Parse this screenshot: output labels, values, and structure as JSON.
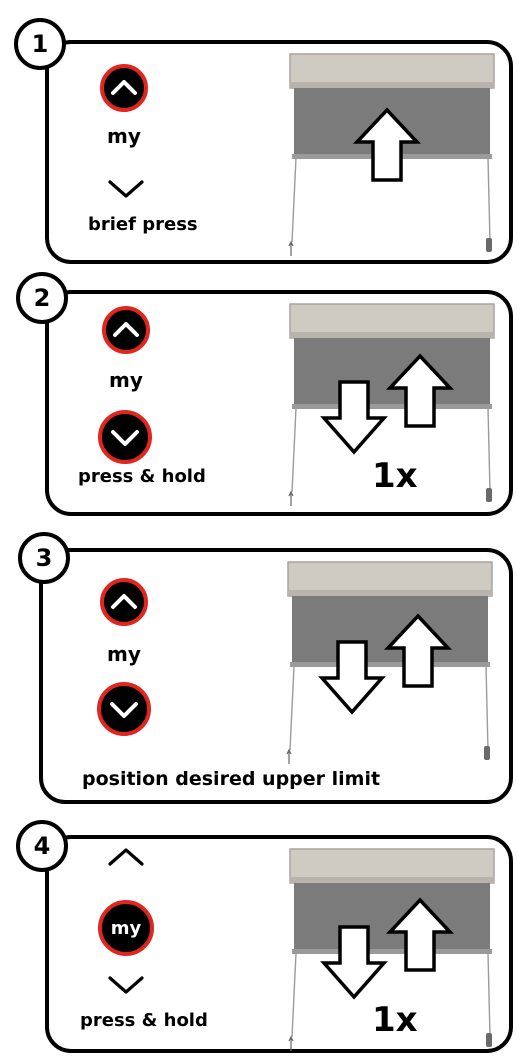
{
  "steps": [
    {
      "number": "1",
      "my_label": "my",
      "instruction": "brief press",
      "up_highlight": true,
      "down_highlight": false,
      "my_highlight": false
    },
    {
      "number": "2",
      "my_label": "my",
      "instruction": "press & hold",
      "times": "1x",
      "up_highlight": true,
      "down_highlight": true,
      "my_highlight": false
    },
    {
      "number": "3",
      "my_label": "my",
      "instruction": "position desired upper limit",
      "up_highlight": true,
      "down_highlight": true,
      "my_highlight": false
    },
    {
      "number": "4",
      "my_label": "my",
      "instruction": "press & hold",
      "times": "1x",
      "up_highlight": false,
      "down_highlight": false,
      "my_highlight": true
    }
  ],
  "colors": {
    "button_fill": "#000000",
    "button_ring": "#e0261f",
    "cassette": "#cfcbc3",
    "fabric": "#7b7b7b",
    "outline": "#000000"
  },
  "icons": {
    "up": "chevron-up-icon",
    "down": "chevron-down-icon",
    "blind": "roller-blind-icon",
    "arrow_up": "up-arrow-icon",
    "arrow_down": "down-arrow-icon"
  }
}
